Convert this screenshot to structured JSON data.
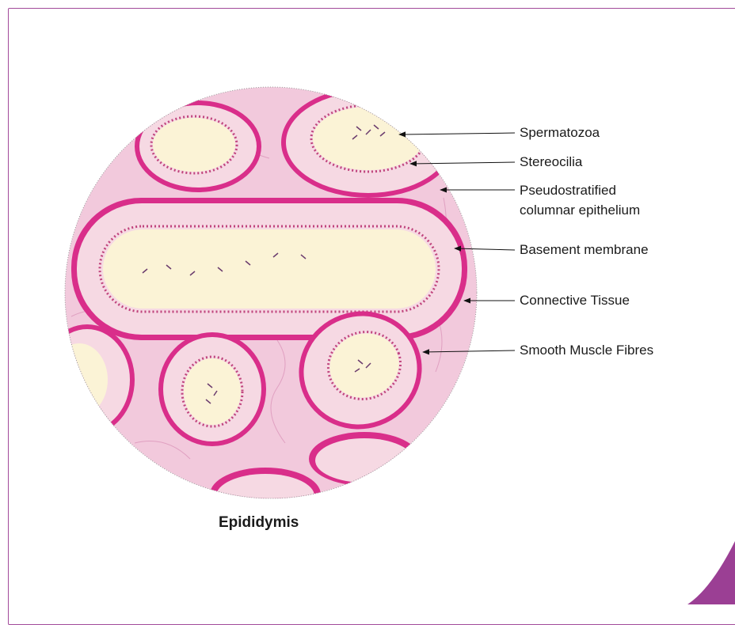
{
  "caption": "Epididymis",
  "labels": [
    "Spermatozoa",
    "Stereocilia",
    "Pseudostratified",
    "columnar epithelium",
    "Basement membrane",
    "Connective Tissue",
    "Smooth Muscle Fibres"
  ],
  "colors": {
    "frame": "#a24a9a",
    "corner_accent": "#9b3f94",
    "stroma": "#f2c9dc",
    "lumen": "#fbf3d6",
    "epithelium": "#f6d9e3",
    "muscle": "#d92e8a"
  }
}
